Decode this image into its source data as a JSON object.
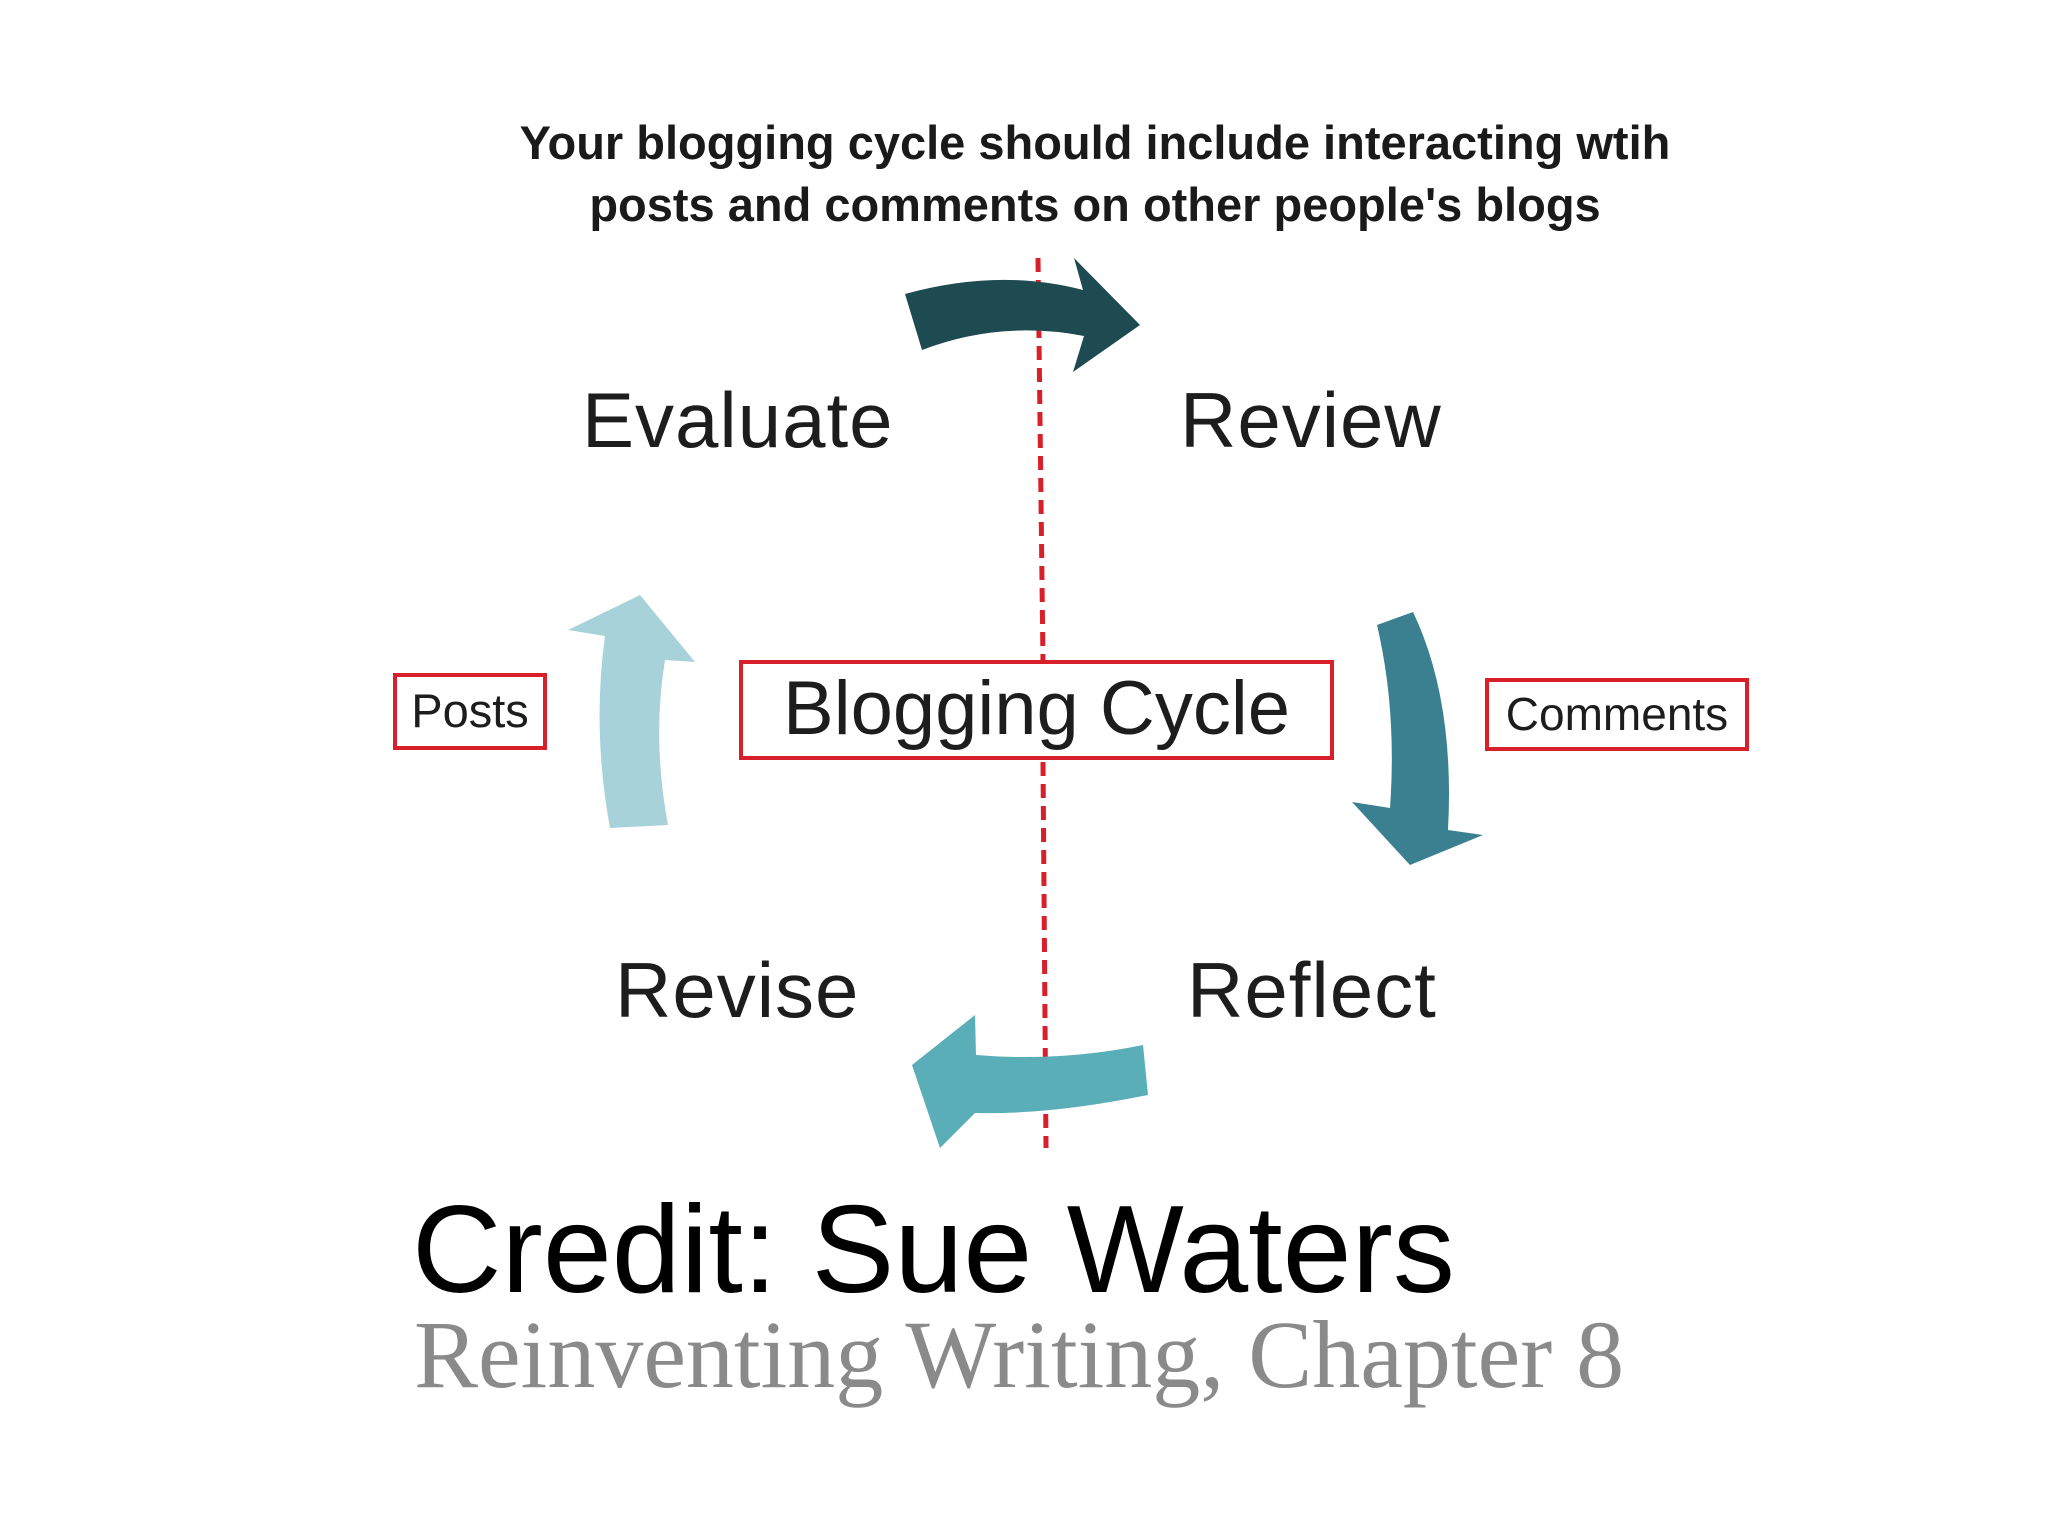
{
  "diagram": {
    "headline": {
      "line1": "Your blogging cycle should include interacting wtih",
      "line2": "posts and comments on other people's blogs"
    },
    "center_label": "Blogging Cycle",
    "stages": {
      "evaluate": "Evaluate",
      "review": "Review",
      "reflect": "Reflect",
      "revise": "Revise"
    },
    "side_labels": {
      "posts": "Posts",
      "comments": "Comments"
    },
    "colors": {
      "arrow_top": "#1e4a52",
      "arrow_right": "#3a8090",
      "arrow_bottom": "#5aaeb8",
      "arrow_left": "#a8d2da",
      "divider": "#d8202a",
      "box_border": "#d8202a"
    }
  },
  "credit": {
    "title": "Credit: Sue Waters",
    "source": "Reinventing Writing, Chapter 8"
  }
}
